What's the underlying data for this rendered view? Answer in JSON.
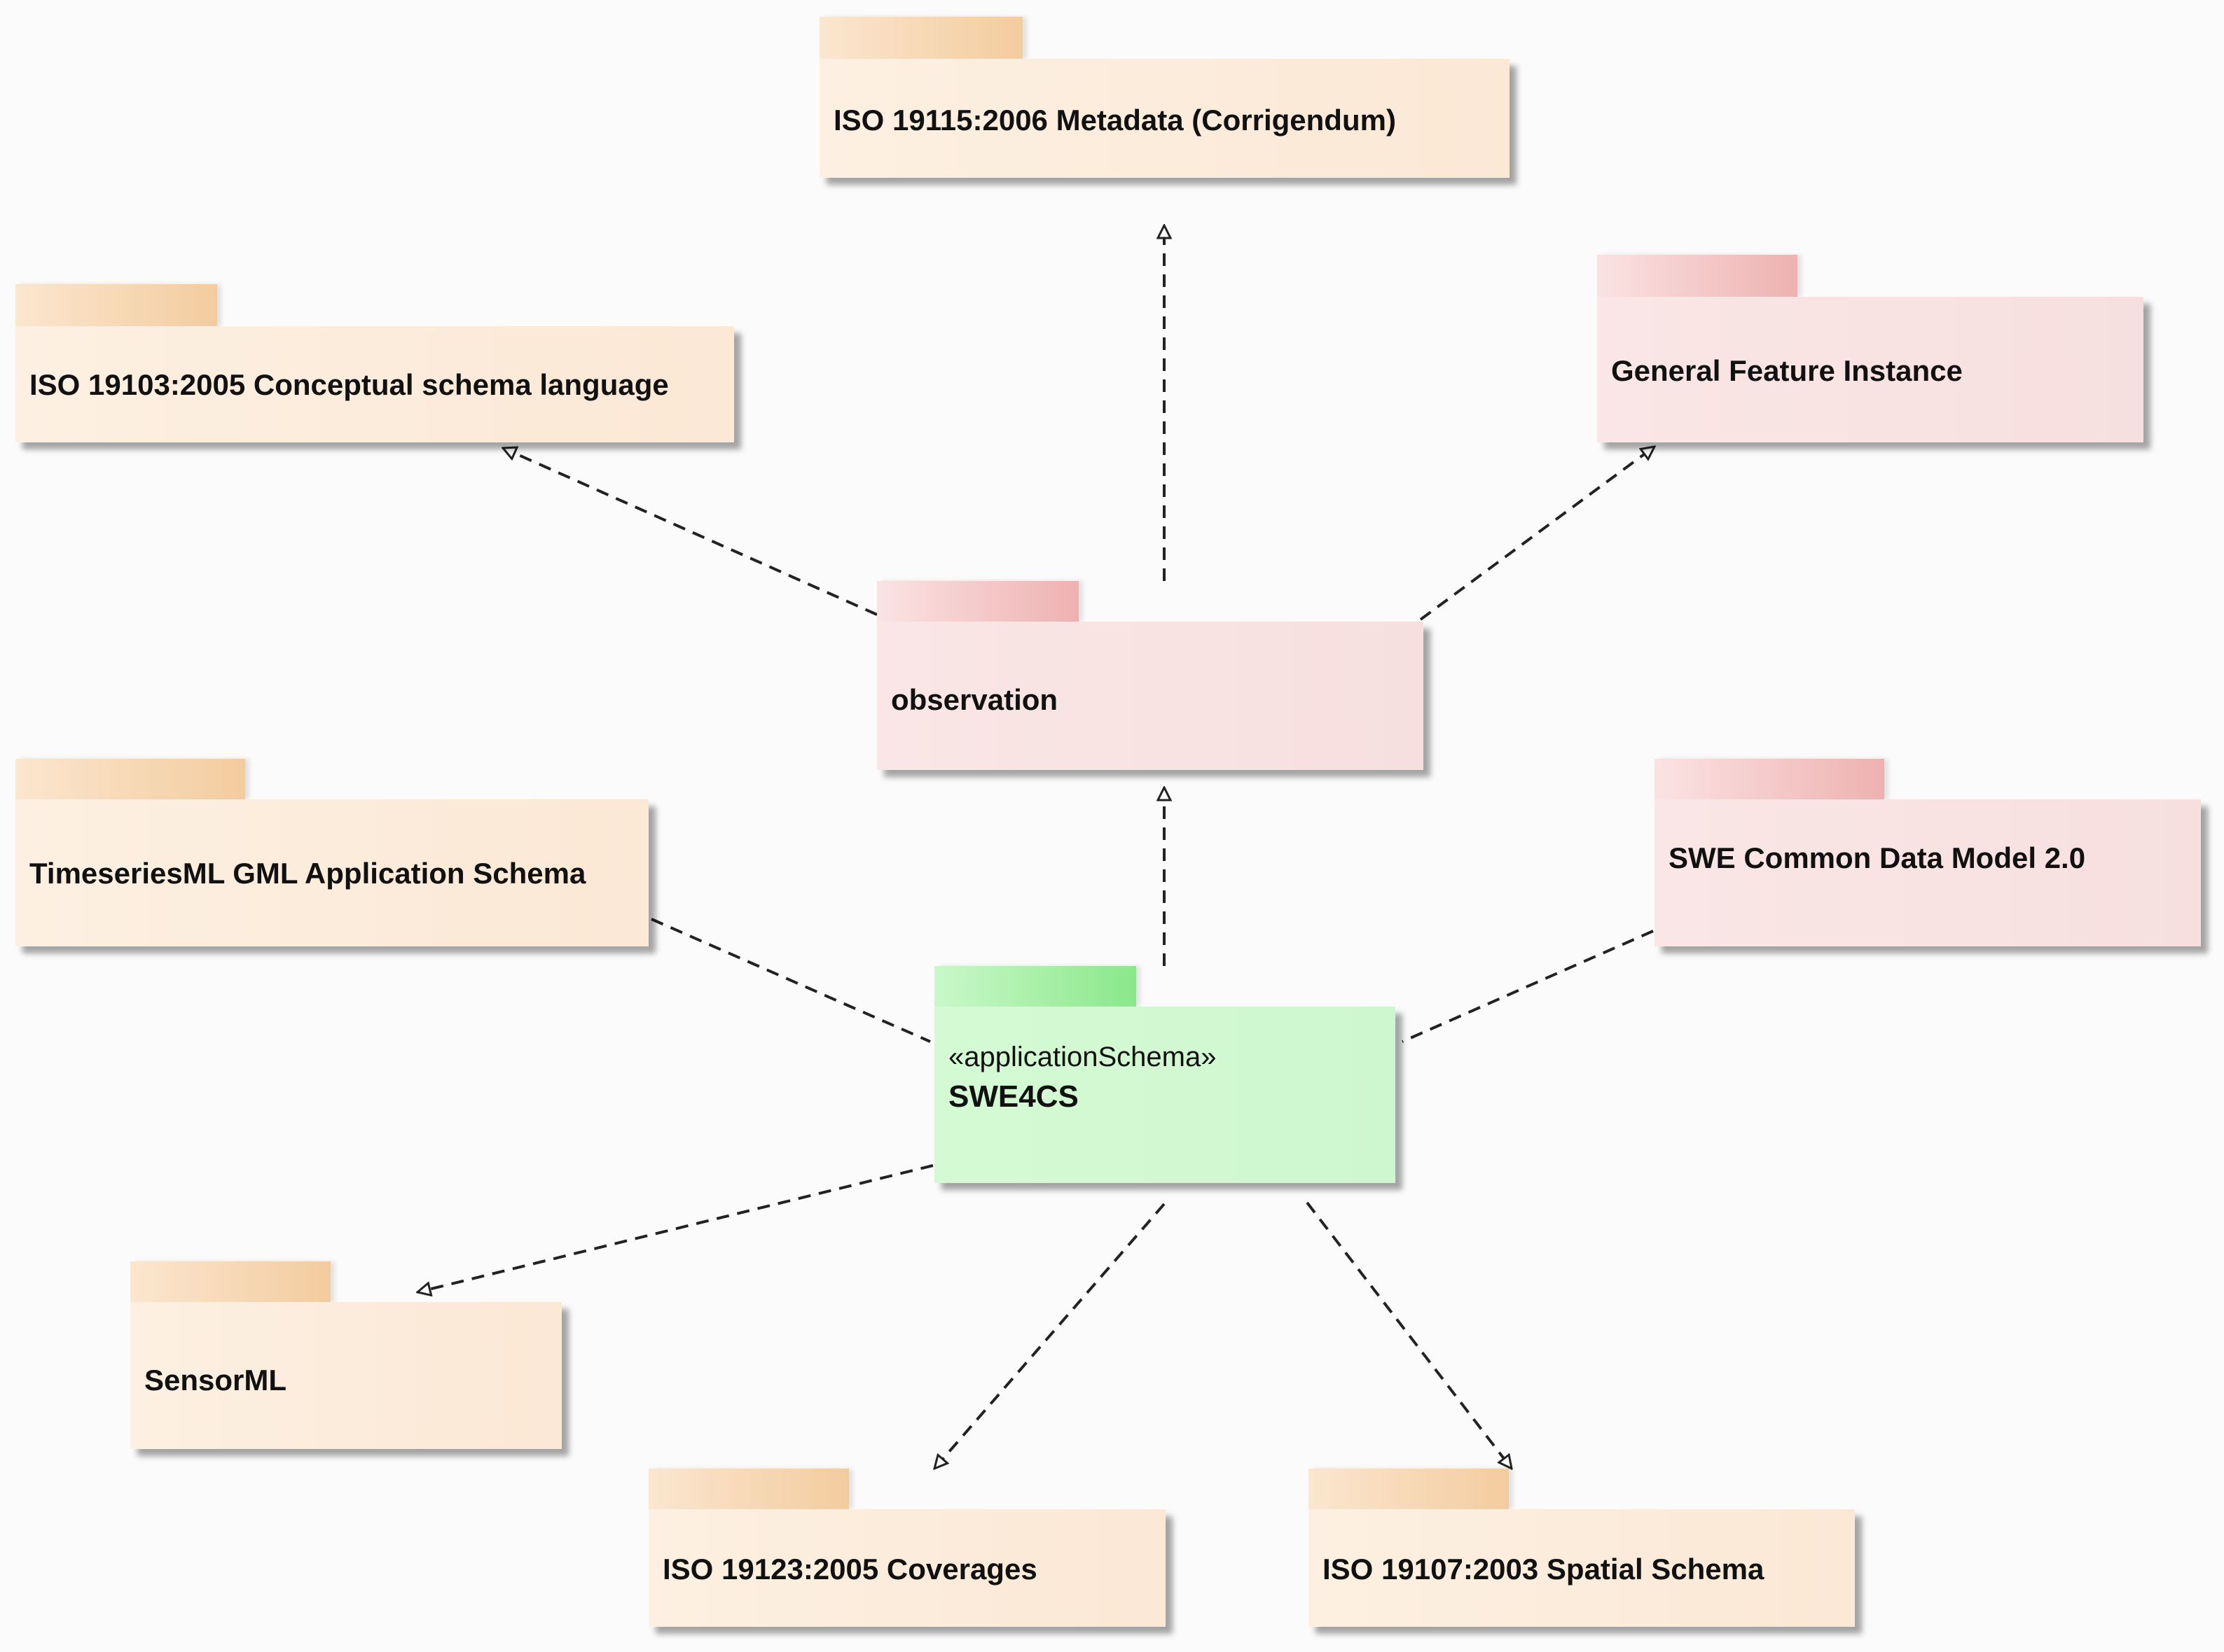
{
  "packages": {
    "iso19115": {
      "label": "ISO 19115:2006 Metadata (Corrigendum)"
    },
    "iso19103": {
      "label": "ISO 19103:2005 Conceptual schema language"
    },
    "general_feature_instance": {
      "label": "General Feature Instance"
    },
    "observation": {
      "label": "observation"
    },
    "timeseriesml": {
      "label": "TimeseriesML GML Application Schema"
    },
    "swe_common": {
      "label": "SWE Common Data Model 2.0"
    },
    "swe4cs": {
      "stereotype": "«applicationSchema»",
      "label": "SWE4CS"
    },
    "sensorml": {
      "label": "SensorML"
    },
    "iso19123": {
      "label": "ISO 19123:2005 Coverages"
    },
    "iso19107": {
      "label": "ISO 19107:2003 Spatial Schema"
    }
  },
  "colors": {
    "external_package": "#fbe8d5",
    "related_package": "#f7dfdf",
    "application_schema": "#cff7cf",
    "dependency_line": "#222222"
  }
}
